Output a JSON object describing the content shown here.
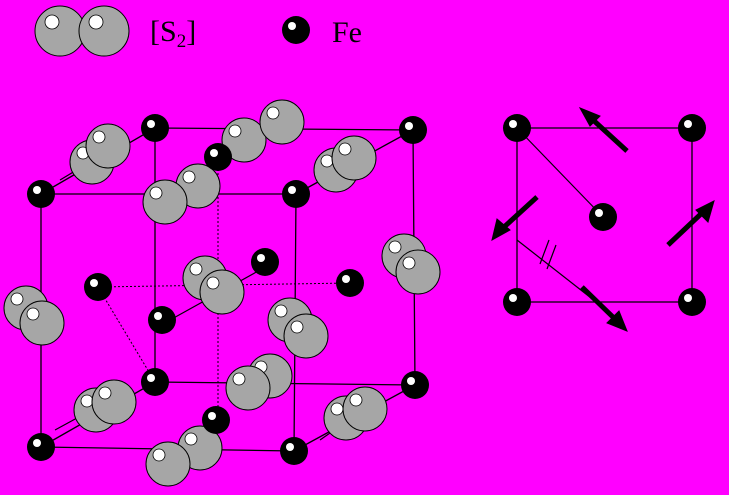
{
  "legend": {
    "s2_label_main": "[S",
    "s2_label_sub": "2",
    "s2_label_close": "]",
    "fe_label": "Fe"
  },
  "colors": {
    "background": "#ff00ff",
    "iron_atom": "#000000",
    "sulfur_atom": "#a6a6a6",
    "bond": "#000000"
  },
  "icons": {
    "s2_molecule": "s2-dimer-icon",
    "fe_atom": "fe-atom-icon",
    "spin_arrow": "spin-arrow-icon"
  }
}
